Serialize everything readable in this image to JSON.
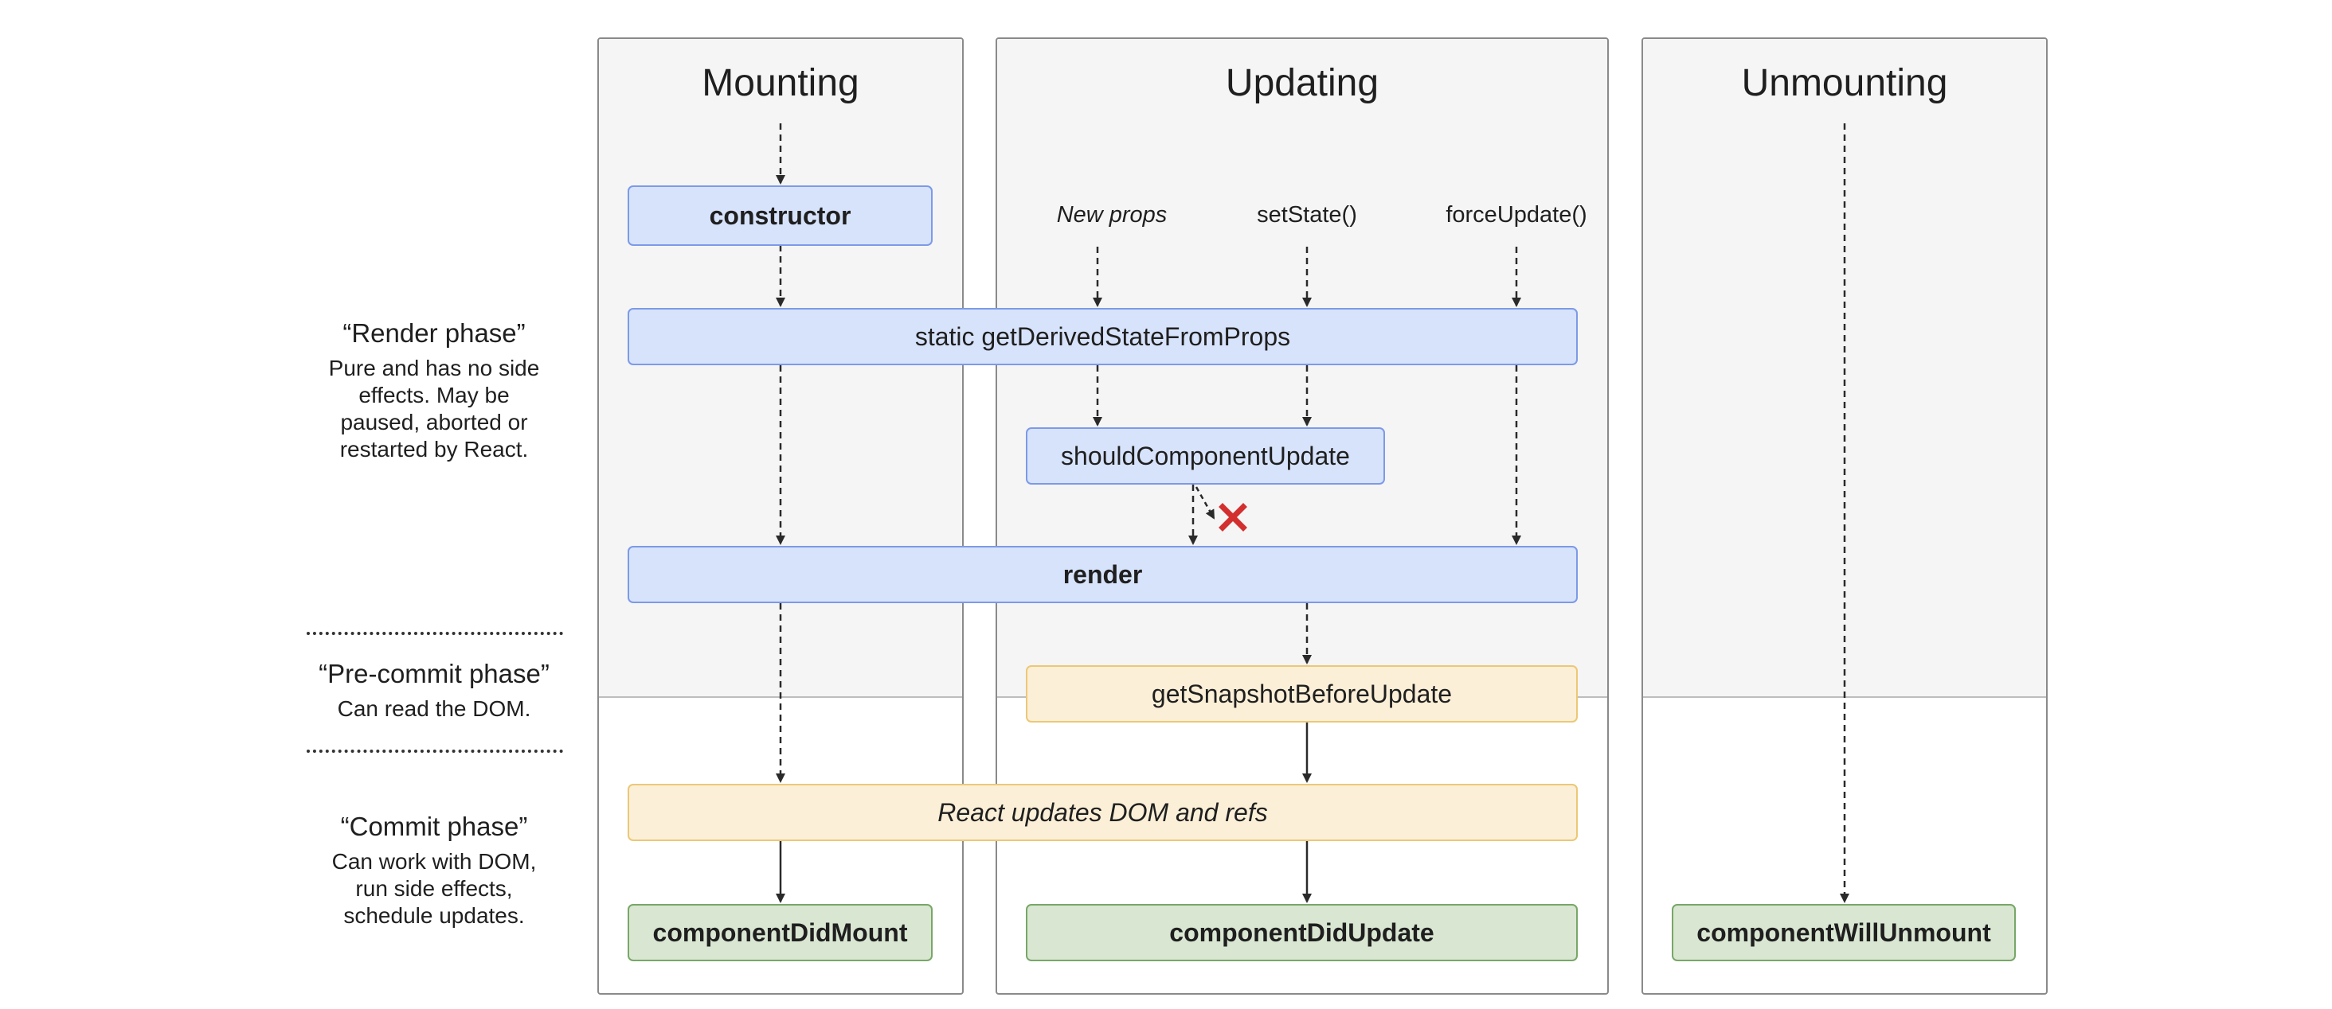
{
  "columns": {
    "mounting": {
      "title": "Mounting"
    },
    "updating": {
      "title": "Updating"
    },
    "unmounting": {
      "title": "Unmounting"
    }
  },
  "triggers": {
    "new_props": "New props",
    "set_state": "setState()",
    "force_update": "forceUpdate()"
  },
  "methods": {
    "constructor": "constructor",
    "get_derived_state": "static getDerivedStateFromProps",
    "should_component_update": "shouldComponentUpdate",
    "render": "render",
    "get_snapshot": "getSnapshotBeforeUpdate",
    "react_updates": "React updates DOM and refs",
    "did_mount": "componentDidMount",
    "did_update": "componentDidUpdate",
    "will_unmount": "componentWillUnmount"
  },
  "phases": {
    "render": {
      "title": "“Render phase”",
      "description": "Pure and has no side effects. May be paused, aborted or restarted by React."
    },
    "pre_commit": {
      "title": "“Pre-commit phase”",
      "description": "Can read the DOM."
    },
    "commit": {
      "title": "“Commit phase”",
      "description": "Can work with DOM, run side effects, schedule updates."
    }
  },
  "colors": {
    "render_box_fill": "#d7e3fb",
    "render_box_border": "#7c9ae8",
    "precommit_box_fill": "#fbefd7",
    "precommit_box_border": "#ecc875",
    "commit_box_fill": "#d9e6d2",
    "commit_box_border": "#78a767",
    "cancel_mark": "#d32f2f",
    "panel_shade": "#f5f5f5"
  }
}
